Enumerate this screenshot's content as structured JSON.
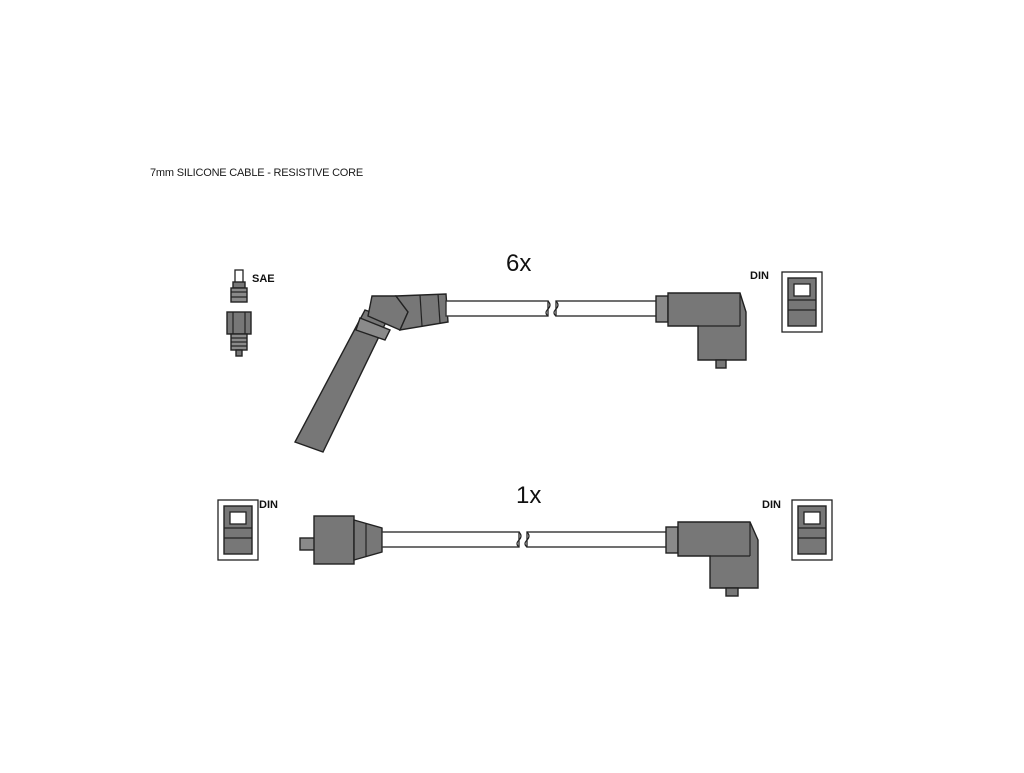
{
  "diagram": {
    "caption": "7mm SILICONE CABLE - RESISTIVE CORE",
    "top_lead": {
      "quantity": "6x"
    },
    "bottom_lead": {
      "quantity": "1x"
    },
    "labels": {
      "sae": "SAE",
      "din": "DIN"
    },
    "colors": {
      "part_fill": "#777777",
      "outline": "#222222",
      "cable_fill": "#ffffff"
    }
  }
}
